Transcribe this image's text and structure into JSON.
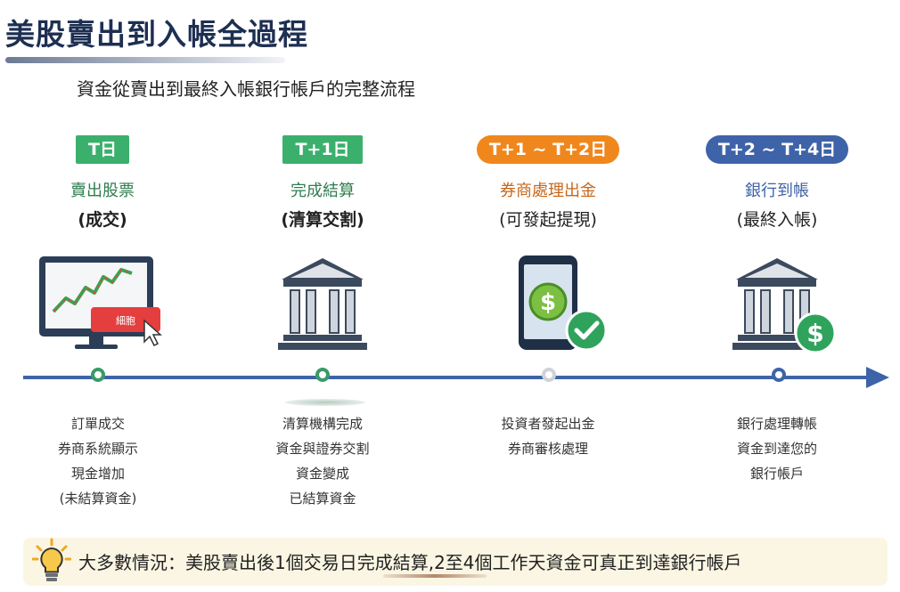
{
  "page": {
    "title": "美股賣出到入帳全過程",
    "subtitle": "資金從賣出到最終入帳銀行帳戶的完整流程"
  },
  "stages": [
    {
      "badge": "T日",
      "title": "賣出股票",
      "subtitle": "(成交)",
      "tag": "細胞",
      "desc": [
        "訂單成交",
        "券商系統顯示",
        "現金增加",
        "(未結算資金)"
      ]
    },
    {
      "badge": "T+1日",
      "title": "完成結算",
      "subtitle": "(清算交割)",
      "desc": [
        "清算機構完成",
        "資金與證券交割",
        "資金變成",
        "已結算資金"
      ]
    },
    {
      "badge": "T+1 ~ T+2日",
      "title": "券商處理出金",
      "subtitle": "(可發起提現)",
      "desc": [
        "投資者發起出金",
        "券商審核處理"
      ]
    },
    {
      "badge": "T+2 ~ T+4日",
      "title": "銀行到帳",
      "subtitle": "(最終入帳)",
      "desc": [
        "銀行處理轉帳",
        "資金到達您的",
        "銀行帳戶"
      ]
    }
  ],
  "footer": {
    "text": "大多數情況：美股賣出後1個交易日完成結算,2至4個工作天資金可真正到達銀行帳戶"
  },
  "colors": {
    "green": "#3bb06d",
    "orange": "#f0871d",
    "blue": "#3f63a8",
    "title": "#1d2f52",
    "timeline": "#3d64a8"
  },
  "icons": [
    "monitor-chart-icon",
    "bank-icon",
    "phone-dollar-icon",
    "bank-dollar-icon",
    "lightbulb-icon"
  ]
}
